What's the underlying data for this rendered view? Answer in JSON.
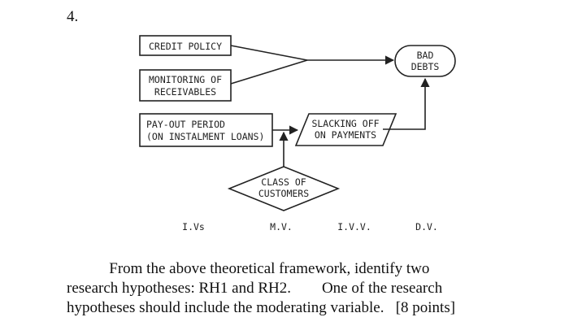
{
  "question_number": "4.",
  "diagram": {
    "nodes": {
      "credit_policy": "CREDIT POLICY",
      "monitoring": [
        "MONITORING OF",
        "RECEIVABLES"
      ],
      "payout_period": [
        "PAY-OUT PERIOD",
        "(ON INSTALMENT LOANS)"
      ],
      "slacking": [
        "SLACKING OFF",
        "ON PAYMENTS"
      ],
      "class_customers": [
        "CLASS OF",
        "CUSTOMERS"
      ],
      "bad_debts": [
        "BAD",
        "DEBTS"
      ]
    },
    "legend": {
      "ivs": "I.Vs",
      "mv": "M.V.",
      "ivv": "I.V.V.",
      "dv": "D.V."
    }
  },
  "question": {
    "line1": "           From the above theoretical framework, identify two",
    "line2": "research hypotheses: RH1 and RH2.        One of the research",
    "line3": "hypotheses should include the moderating variable.   [8 points]"
  }
}
